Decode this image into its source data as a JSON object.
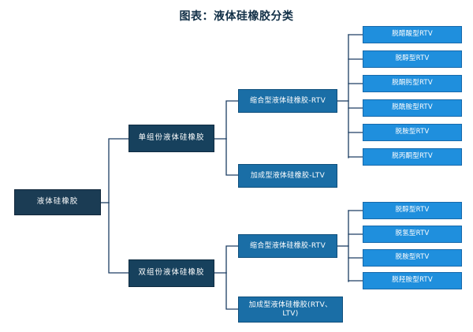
{
  "title": "图表：液体硅橡胶分类",
  "colors": {
    "title": "#123047",
    "root_fill": "#1b3c54",
    "level2_fill": "#17415d",
    "level3_fill": "#1a6ea6",
    "leaf_fill": "#1f8fdd",
    "connector": "#1d3f63",
    "background": "#ffffff"
  },
  "diagram": {
    "type": "tree",
    "root": {
      "label": "液体硅橡胶"
    },
    "branches": [
      {
        "label": "单组份液体硅橡胶",
        "children": [
          {
            "label": "缩合型液体硅橡胶-RTV",
            "leaves": [
              {
                "label": "脱醋酸型RTV"
              },
              {
                "label": "脱醇型RTV"
              },
              {
                "label": "脱酮肟型RTV"
              },
              {
                "label": "脱酰胺型RTV"
              },
              {
                "label": "脱胺型RTV"
              },
              {
                "label": "脱丙酮型RTV"
              }
            ]
          },
          {
            "label": "加成型液体硅橡胶-LTV",
            "leaves": []
          }
        ]
      },
      {
        "label": "双组份液体硅橡胶",
        "children": [
          {
            "label": "缩合型液体硅橡胶-RTV",
            "leaves": [
              {
                "label": "脱醇型RTV"
              },
              {
                "label": "脱氢型RTV"
              },
              {
                "label": "脱胺型RTV"
              },
              {
                "label": "脱羟胺型RTV"
              }
            ]
          },
          {
            "label": "加成型液体硅橡胶(RTV、LTV)",
            "leaves": []
          }
        ]
      }
    ]
  }
}
